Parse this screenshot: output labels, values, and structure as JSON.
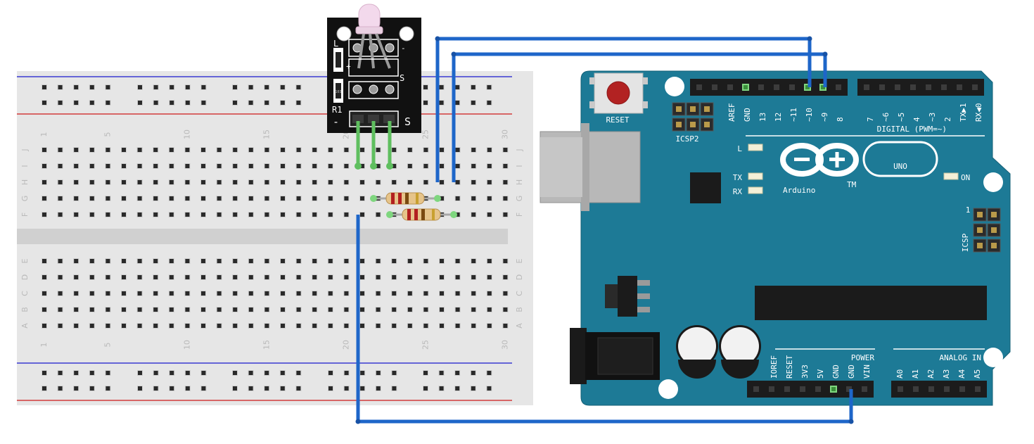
{
  "breadboard": {
    "columns": 30,
    "top_rows": [
      "J",
      "I",
      "H",
      "G",
      "F"
    ],
    "bottom_rows": [
      "E",
      "D",
      "C",
      "B",
      "A"
    ],
    "column_numbers": [
      "1",
      "5",
      "10",
      "15",
      "20",
      "25",
      "30"
    ]
  },
  "module": {
    "pin_labels_left": [
      "L",
      "R1",
      "-"
    ],
    "pin_label_s": "S",
    "header_label_s": "S",
    "header_label_minus": "-",
    "chip_mark": "103",
    "plus_mark": "+"
  },
  "arduino": {
    "reset_label": "RESET",
    "icsp2_label": "ICSP2",
    "icsp_label": "ICSP",
    "icsp_pin1": "1",
    "digital_label": "DIGITAL (PWM=~)",
    "digital_pins_left": [
      "AREF",
      "GND",
      "13",
      "12",
      "~11",
      "~10",
      "~9",
      "8"
    ],
    "digital_pins_right": [
      "7",
      "~6",
      "~5",
      "4",
      "~3",
      "2",
      "TX▶1",
      "RX◀0"
    ],
    "led_l": "L",
    "led_tx": "TX",
    "led_rx": "RX",
    "led_on": "ON",
    "logo_text": "Arduino",
    "logo_tm": "TM",
    "uno_label": "UNO",
    "power_label": "POWER",
    "power_pins": [
      "IOREF",
      "RESET",
      "3V3",
      "5V",
      "GND",
      "GND",
      "VIN"
    ],
    "analog_label": "ANALOG IN",
    "analog_pins": [
      "A0",
      "A1",
      "A2",
      "A3",
      "A4",
      "A5"
    ]
  },
  "colors": {
    "board": "#1d7a96",
    "wire": "#1e66c9",
    "breadboard": "#e6e6e6",
    "rail_red": "#d23b3b",
    "rail_blue": "#3a3ad2",
    "module": "#111111",
    "led": "#f3d9ec",
    "jumper_green": "#5fbf5f"
  }
}
